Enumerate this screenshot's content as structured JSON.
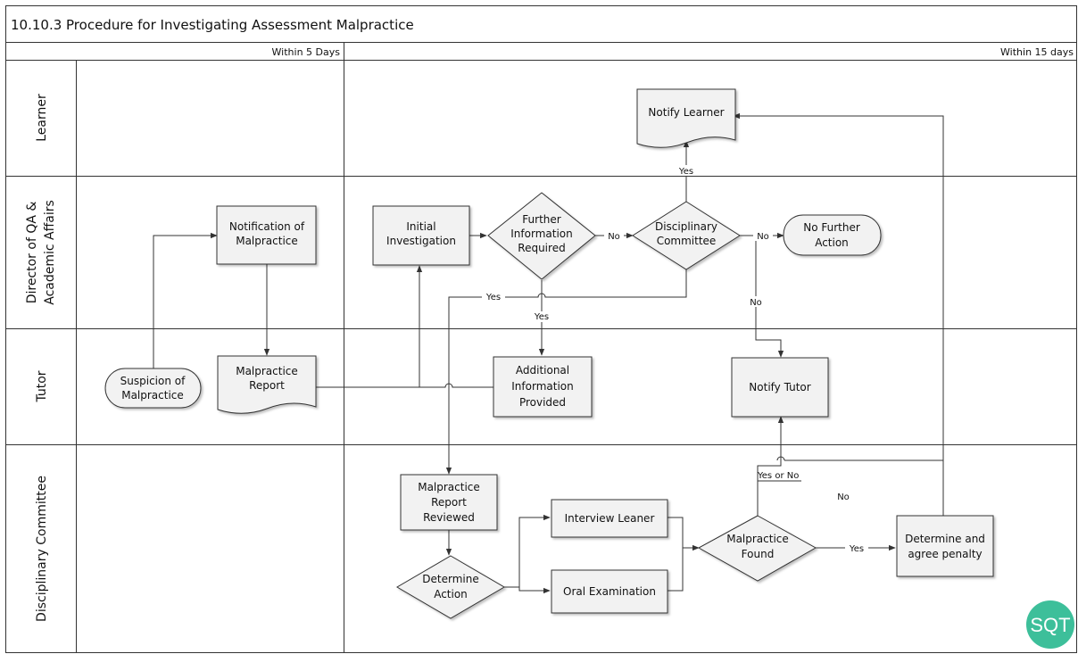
{
  "title": "10.10.3  Procedure for Investigating Assessment Malpractice",
  "phases": {
    "first": "Within 5 Days",
    "second": "Within 15 days"
  },
  "lanes": {
    "learner": "Learner",
    "director_line1": "Director of QA &",
    "director_line2": "Academic Affairs",
    "tutor": "Tutor",
    "committee": "Disciplinary Committee"
  },
  "shapes": {
    "suspicion": [
      "Suspicion of",
      "Malpractice"
    ],
    "notification": [
      "Notification of",
      "Malpractice"
    ],
    "malpractice_report": [
      "Malpractice",
      "Report"
    ],
    "initial_investigation": [
      "Initial",
      "Investigation"
    ],
    "further_info": [
      "Further",
      "Information",
      "Required"
    ],
    "disciplinary": [
      "Disciplinary",
      "Committee"
    ],
    "no_further_action": [
      "No Further",
      "Action"
    ],
    "notify_learner": [
      "Notify Learner"
    ],
    "additional_info": [
      "Additional",
      "Information",
      "Provided"
    ],
    "notify_tutor": [
      "Notify Tutor"
    ],
    "report_reviewed": [
      "Malpractice",
      "Report",
      "Reviewed"
    ],
    "determine_action": [
      "Determine",
      "Action"
    ],
    "interview": [
      "Interview Leaner"
    ],
    "oral_exam": [
      "Oral Examination"
    ],
    "malpractice_found": [
      "Malpractice",
      "Found"
    ],
    "determine_penalty": [
      "Determine and",
      "agree penalty"
    ]
  },
  "labels": {
    "no_1": "No",
    "no_2": "No",
    "no_3": "No",
    "no_4": "No",
    "yes_learner": "Yes",
    "yes_left": "Yes",
    "yes_down": "Yes",
    "yes_penalty": "Yes",
    "yes_or_no": "Yes or No"
  },
  "logo": {
    "text": "SQT",
    "color": "#3dbf9a"
  }
}
